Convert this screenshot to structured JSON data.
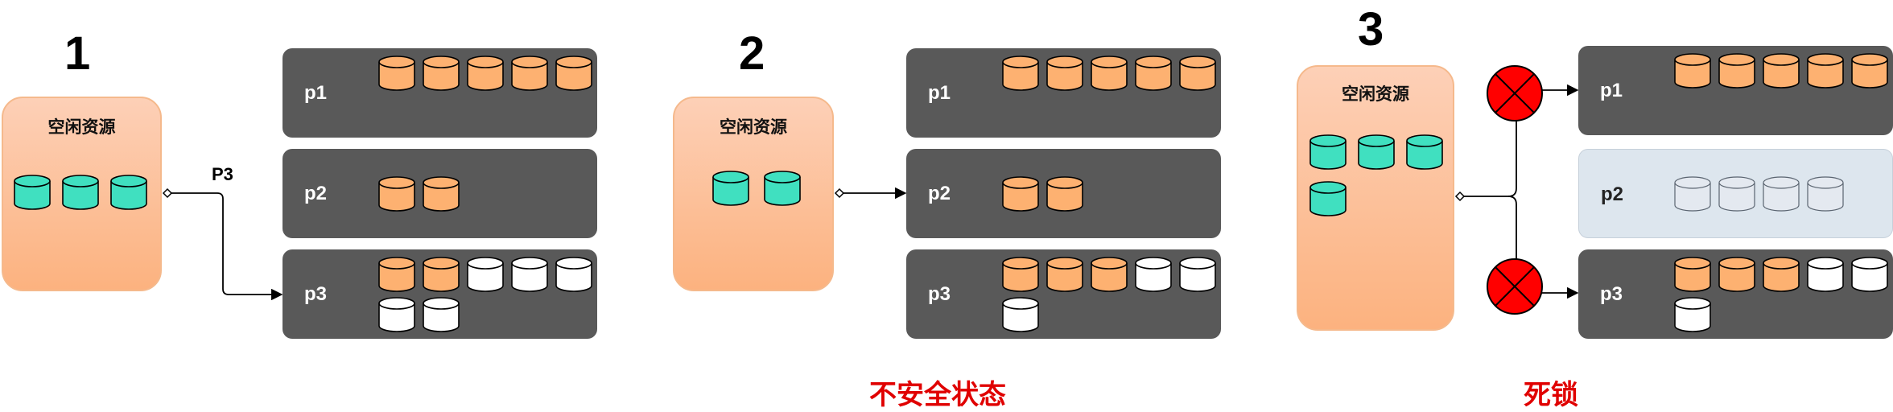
{
  "colors": {
    "held": "#fdb171",
    "free_resource": "#40e0c0",
    "empty": "#ffffff",
    "waiting_slot": "#e4e9f0",
    "process_box": "#595959",
    "process_waiting": "#dde6ee",
    "blocked": "#ff0000",
    "status_text": "#e00000"
  },
  "panels": [
    {
      "number": "1",
      "free_title": "空闲资源",
      "free_count": 3,
      "edge_label": "P3",
      "status": "",
      "processes": [
        {
          "label": "p1",
          "held": 5,
          "needed": 5
        },
        {
          "label": "p2",
          "held": 2,
          "needed": 2
        },
        {
          "label": "p3",
          "held": 2,
          "needed": 7
        }
      ]
    },
    {
      "number": "2",
      "free_title": "空闲资源",
      "free_count": 2,
      "edge_label": "",
      "status": "不安全状态",
      "processes": [
        {
          "label": "p1",
          "held": 5,
          "needed": 5
        },
        {
          "label": "p2",
          "held": 2,
          "needed": 2
        },
        {
          "label": "p3",
          "held": 3,
          "needed": 6
        }
      ]
    },
    {
      "number": "3",
      "free_title": "空闲资源",
      "free_count": 4,
      "edge_label": "",
      "status": "死锁",
      "processes": [
        {
          "label": "p1",
          "held": 5,
          "needed": 5
        },
        {
          "label": "p2",
          "held": 0,
          "needed": 4
        },
        {
          "label": "p3",
          "held": 3,
          "needed": 6
        }
      ]
    }
  ]
}
